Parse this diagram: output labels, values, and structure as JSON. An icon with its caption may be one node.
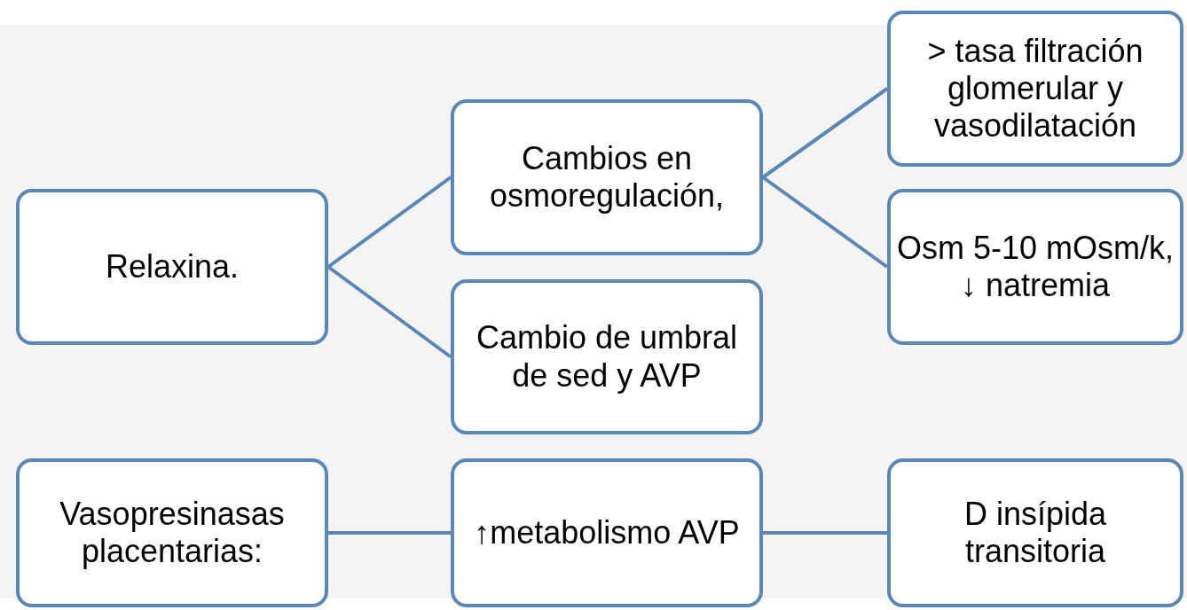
{
  "diagram": {
    "nodes": [
      {
        "text": [
          "Relaxina."
        ]
      },
      {
        "text": [
          "Cambios en osmoregulación,"
        ]
      },
      {
        "text": [
          "Cambio de umbral de sed y AVP"
        ]
      },
      {
        "text": [
          "> tasa filtración glomerular y vasodilatación"
        ]
      },
      {
        "text": [
          "Osm 5-10 mOsm/k, ↓ natremia"
        ]
      },
      {
        "text": [
          "Vasopresinasas placentarias:"
        ]
      },
      {
        "text": [
          "↑metabolismo AVP"
        ]
      },
      {
        "text": [
          "D insípida transitoria"
        ]
      }
    ],
    "edges": [
      {
        "from": 0,
        "to": 1,
        "arrow": "none"
      },
      {
        "from": 0,
        "to": 2,
        "arrow": "none"
      },
      {
        "from": 1,
        "to": 3,
        "arrow": "none"
      },
      {
        "from": 1,
        "to": 4,
        "arrow": "none"
      },
      {
        "from": 5,
        "to": 6,
        "arrow": "none"
      },
      {
        "from": 6,
        "to": 7,
        "arrow": "none"
      }
    ]
  }
}
